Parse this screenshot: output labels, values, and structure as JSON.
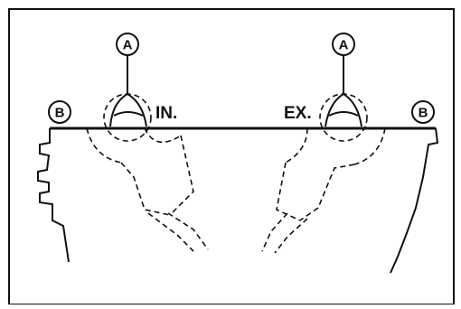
{
  "diagram": {
    "labels": {
      "intake": "IN.",
      "exhaust": "EX."
    },
    "markers": {
      "valve_point": "A",
      "surface_edge": "B"
    }
  }
}
